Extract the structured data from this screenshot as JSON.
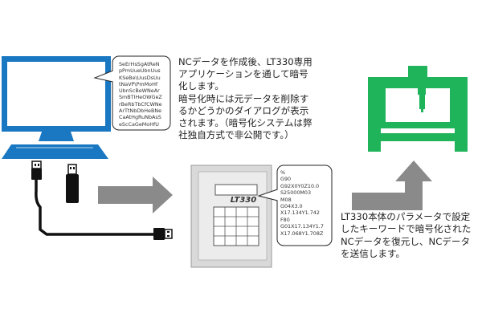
{
  "encrypted_bubble": {
    "lines": [
      "SeErHsSgAtReN",
      "pPmUueUbnUus",
      "KSeBe\\UusDsUu",
      "tNaVP\\PmMoHf",
      "UbnScBeWNeAr",
      "SmBTIHeOWGeZ",
      "rBeRbTbCfCWNe",
      "ArTtNbDbHeBNe",
      "CaAtHgRuNbAsS",
      "eScCaGeMoHfU"
    ]
  },
  "description_top": [
    "NCデータを作成後、LT330専用",
    "アプリケーションを通して暗号",
    "化します。",
    "暗号化時には元データを削除す",
    "るかどうかのダイアログが表示",
    "されます。（暗号化システムは弊",
    "社独自方式で非公開です。）"
  ],
  "device": {
    "label": "LT330"
  },
  "nc_data": {
    "lines": [
      "%",
      "G90",
      "G92X0Y0Z10.0",
      "S25000M03",
      "M08",
      "G04X3.0",
      "X17.134Y1.742",
      "F80",
      "G01X17.134Y1.7",
      "X17.068Y1.708Z"
    ]
  },
  "description_bottom": [
    "LT330本体のパラメータで設定",
    "したキーワードで暗号化された",
    "NCデータを復元し、NCデータ",
    "を送信します。"
  ],
  "colors": {
    "computer_blue": "#1a78c2",
    "machine_green": "#1fb35a",
    "arrow_gray": "#8a8a8a",
    "device_gray": "#d9d9d9"
  },
  "icons": [
    "computer-icon",
    "usb-drive-icon",
    "usb-cable-icon",
    "cnc-machine-icon"
  ]
}
